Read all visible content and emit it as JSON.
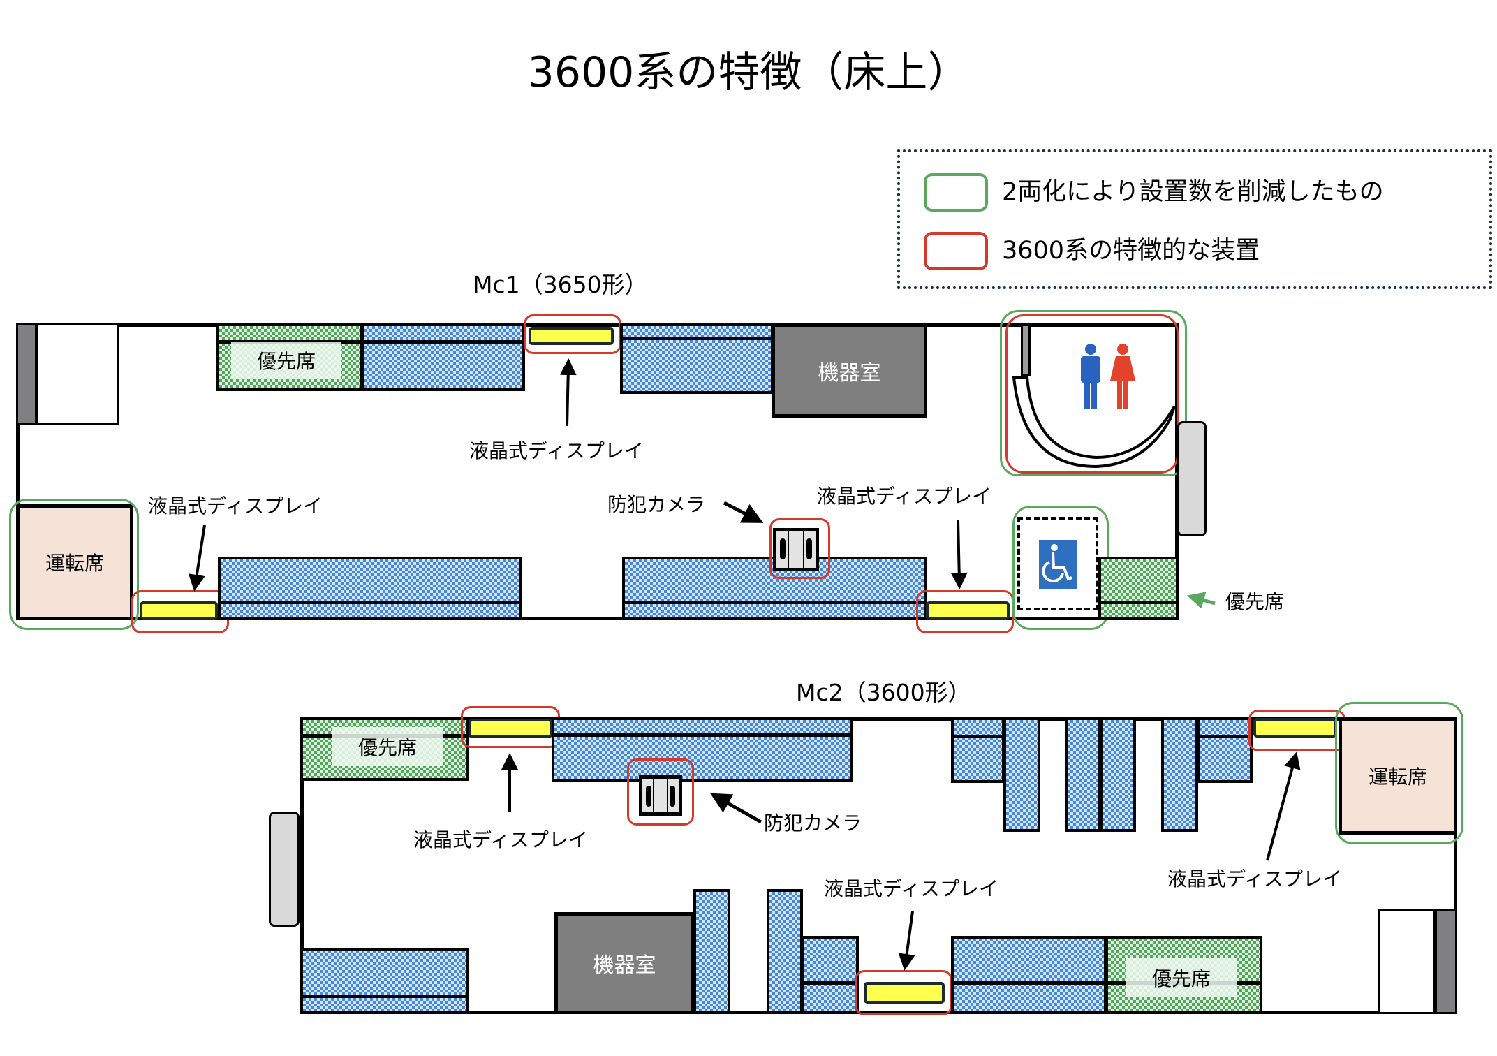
{
  "title": "3600系の特徴（床上）",
  "legend": {
    "items": [
      {
        "color": "#5aa85f",
        "label": "2両化により設置数を削減したもの"
      },
      {
        "color": "#d33a2c",
        "label": "3600系の特徴的な装置"
      }
    ]
  },
  "colors": {
    "seat_blue": "#4a86d8",
    "seat_priority_green": "#56a35f",
    "display_yellow": "#ffff4d",
    "machine_room": "#7f7f7f",
    "driver_cab": "#f5e3d8",
    "highlight_red": "#d33a2c",
    "highlight_green": "#5aa85f",
    "toilet_male": "#2a62c0",
    "toilet_female": "#e3432a",
    "accessibility_sign": "#2f6fc0"
  },
  "cars": {
    "mc1": {
      "label": "Mc1（3650形）",
      "driver_cab": "運転席",
      "machine_room": "機器室",
      "priority_seat": "優先席",
      "priority_seat_callout": "優先席",
      "display_labels": [
        "液晶式ディスプレイ",
        "液晶式ディスプレイ",
        "液晶式ディスプレイ"
      ],
      "camera_label": "防犯カメラ",
      "toilet": "toilet-icon",
      "wheelchair_space": "wheelchair-icon"
    },
    "mc2": {
      "label": "Mc2（3600形）",
      "driver_cab": "運転席",
      "machine_room": "機器室",
      "priority_seats": [
        "優先席",
        "優先席"
      ],
      "display_labels": [
        "液晶式ディスプレイ",
        "液晶式ディスプレイ",
        "液晶式ディスプレイ"
      ],
      "camera_label": "防犯カメラ"
    }
  }
}
